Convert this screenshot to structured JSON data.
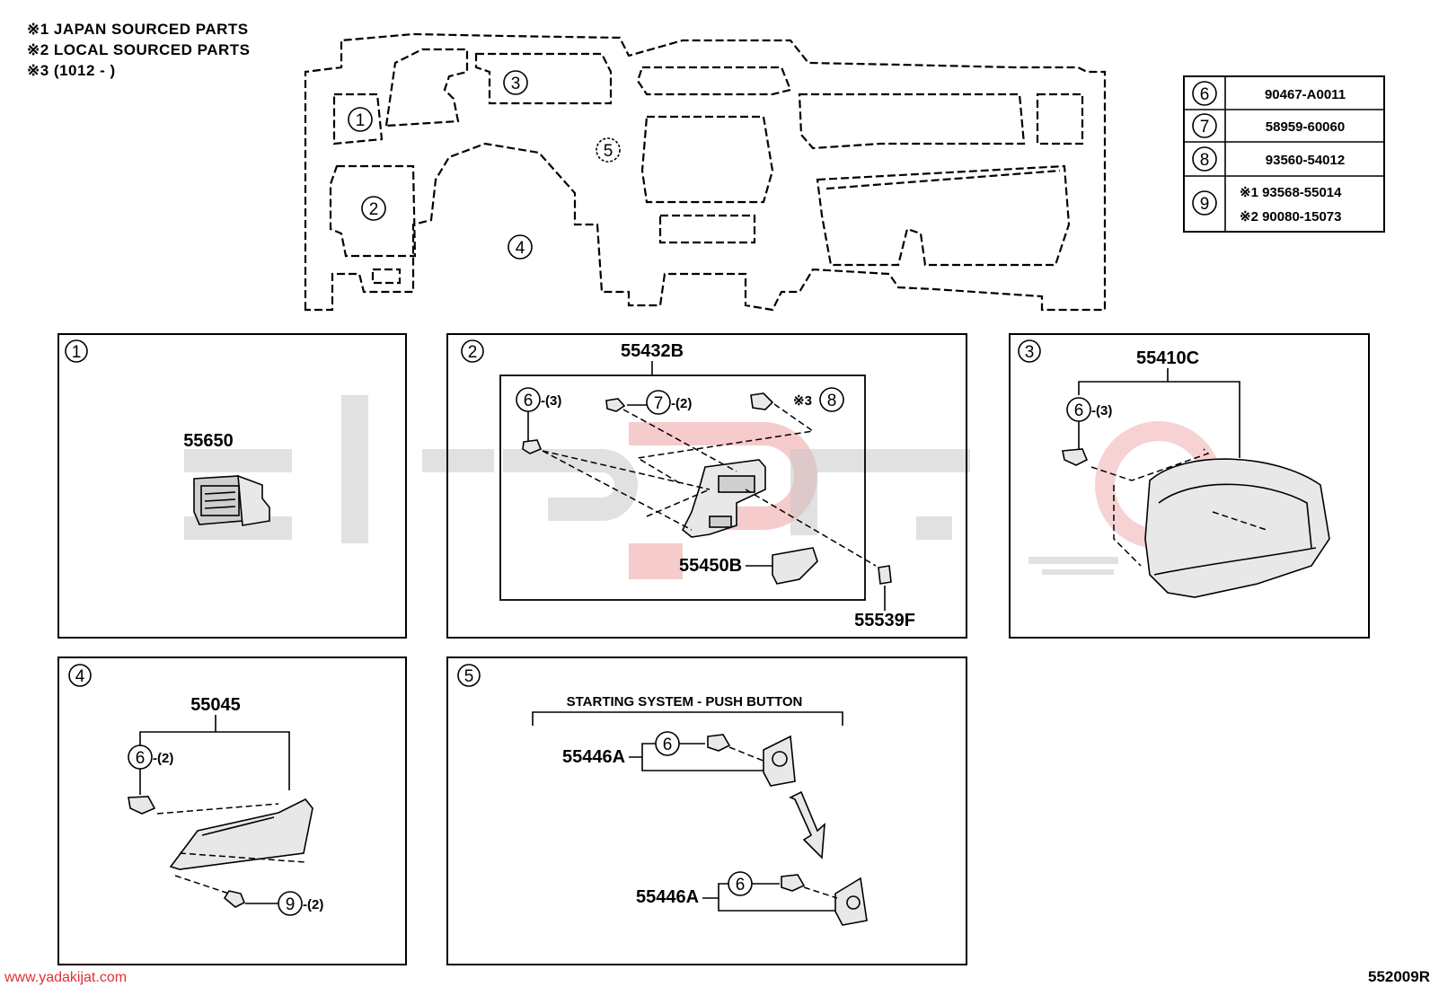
{
  "notes": [
    "※1 JAPAN SOURCED PARTS",
    "※2 LOCAL SOURCED PARTS",
    "※3 (1012 -      )"
  ],
  "overview_markers": [
    "①",
    "②",
    "③",
    "④",
    "⑤"
  ],
  "table": {
    "rows": [
      {
        "ref": "⑥",
        "value": "90467-A0011"
      },
      {
        "ref": "⑦",
        "value": "58959-60060"
      },
      {
        "ref": "⑧",
        "value": "93560-54012"
      },
      {
        "ref": "⑨",
        "value": "※1 93568-55014",
        "value2": "※2 90080-15073"
      }
    ]
  },
  "panels": {
    "p1": {
      "marker": "①",
      "part": "55650"
    },
    "p2": {
      "marker": "②",
      "part_main": "55432B",
      "ref6": "⑥",
      "qty6": "-(3)",
      "ref7": "⑦",
      "qty7": "-(2)",
      "note8": "※3",
      "ref8": "⑧",
      "part_b": "55450B",
      "part_f": "55539F"
    },
    "p3": {
      "marker": "③",
      "part": "55410C",
      "ref6": "⑥",
      "qty6": "-(3)"
    },
    "p4": {
      "marker": "④",
      "part": "55045",
      "ref6": "⑥",
      "qty6": "-(2)",
      "ref9": "⑨",
      "qty9": "-(2)"
    },
    "p5": {
      "marker": "⑤",
      "heading": "STARTING SYSTEM - PUSH BUTTON",
      "part_a1": "55446A",
      "ref6a": "⑥",
      "part_a2": "55446A",
      "ref6b": "⑥"
    }
  },
  "footer": {
    "website": "www.yadakijat.com",
    "code": "552009R"
  }
}
